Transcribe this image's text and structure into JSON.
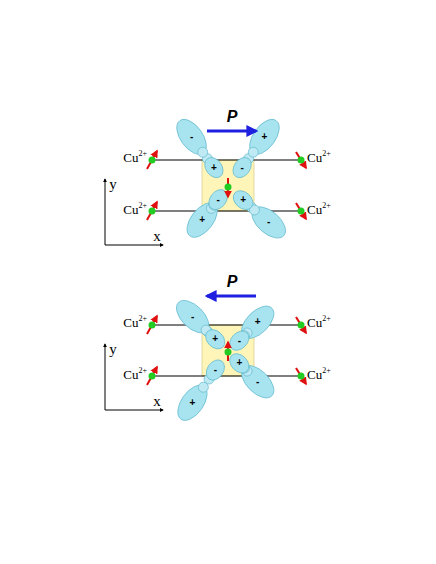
{
  "diagram": {
    "labels": [
      "P",
      "Cu2+",
      "Cu2+",
      "Cu2+",
      "Cu2+",
      "y",
      "x",
      "-",
      "+",
      "+",
      "-",
      "-",
      "+",
      "+",
      "-",
      "P",
      "Cu2+",
      "Cu2+",
      "Cu2+",
      "Cu2+",
      "y",
      "x",
      "-",
      "+",
      "+",
      "-",
      "-",
      "+",
      "+",
      "-"
    ]
  }
}
